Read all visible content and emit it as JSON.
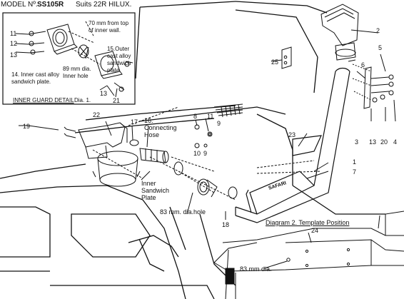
{
  "header": {
    "model_prefix": "MODEL Nº.",
    "model_code": "SS105R",
    "suits": "Suits  22R HILUX."
  },
  "inset": {
    "caption": "INNER GUARD DETAIL",
    "caption_dia": "Dia. 1.",
    "note_70mm": "70 mm  from top of inner wall.",
    "note_outer_plate": "15.Outer cast alloy sandwich plate",
    "note_89mm": "89 mm dia. Inner hole",
    "note_inner_plate": "14. Inner cast alloy sandwich plate.",
    "num_11": "11",
    "num_12": "12",
    "num_13a": "13",
    "num_13b": "13",
    "num_21": "21"
  },
  "diagram2": {
    "caption": "Diagram 2.  Template Position",
    "num_24": "24",
    "hole_label": "83 mm dia."
  },
  "labels": {
    "n2": "2",
    "n25": "25",
    "n5": "5",
    "n6": "6",
    "n3": "3",
    "n13": "13",
    "n20": "20",
    "n4": "4",
    "n23": "23",
    "n1": "1",
    "n7": "7",
    "n8": "8",
    "n11": "11",
    "n9a": "9",
    "n10": "10",
    "n9b": "9",
    "n22": "22",
    "n19": "19",
    "n17": "17",
    "n16": "16. Connecting Hose",
    "inner_sandwich": "Inner Sandwich Plate",
    "hole_83": "83 mm. dia.hole",
    "n18": "18",
    "snorkel_brand": "SAFARI"
  }
}
